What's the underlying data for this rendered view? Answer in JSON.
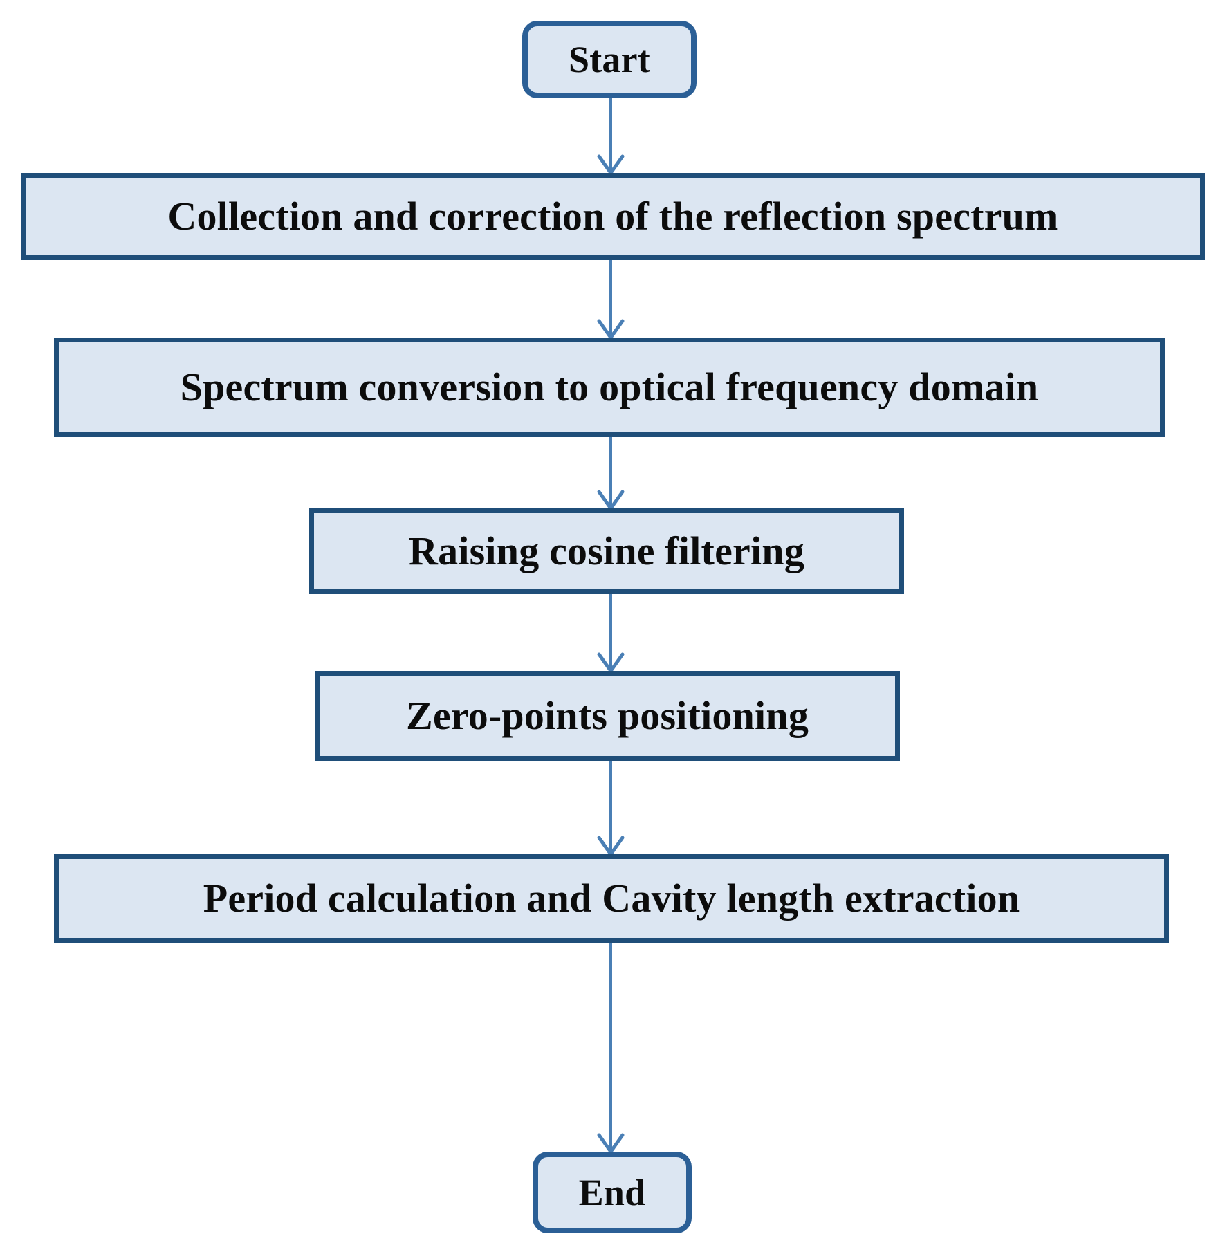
{
  "diagram": {
    "type": "flowchart",
    "title": "",
    "orientation": "vertical-top-to-bottom",
    "colors": {
      "node_fill": "#dce6f2",
      "node_border": "#1f4e79",
      "terminal_border": "#2b5f96",
      "arrow": "#4a7fb5",
      "text": "#0c0c0c",
      "background": "#ffffff"
    },
    "nodes": [
      {
        "id": "start",
        "shape": "rounded-rectangle",
        "label": "Start"
      },
      {
        "id": "step1",
        "shape": "rectangle",
        "label": "Collection and correction of the reflection spectrum"
      },
      {
        "id": "step2",
        "shape": "rectangle",
        "label": "Spectrum conversion to optical frequency domain"
      },
      {
        "id": "step3",
        "shape": "rectangle",
        "label": "Raising cosine filtering"
      },
      {
        "id": "step4",
        "shape": "rectangle",
        "label": "Zero-points positioning"
      },
      {
        "id": "step5",
        "shape": "rectangle",
        "label": "Period calculation and Cavity length extraction"
      },
      {
        "id": "end",
        "shape": "rounded-rectangle",
        "label": "End"
      }
    ],
    "edges": [
      {
        "from": "start",
        "to": "step1",
        "label": "",
        "style": "solid-arrow"
      },
      {
        "from": "step1",
        "to": "step2",
        "label": "",
        "style": "solid-arrow"
      },
      {
        "from": "step2",
        "to": "step3",
        "label": "",
        "style": "solid-arrow"
      },
      {
        "from": "step3",
        "to": "step4",
        "label": "",
        "style": "solid-arrow"
      },
      {
        "from": "step4",
        "to": "step5",
        "label": "",
        "style": "solid-arrow"
      },
      {
        "from": "step5",
        "to": "end",
        "label": "",
        "style": "solid-arrow"
      }
    ]
  }
}
